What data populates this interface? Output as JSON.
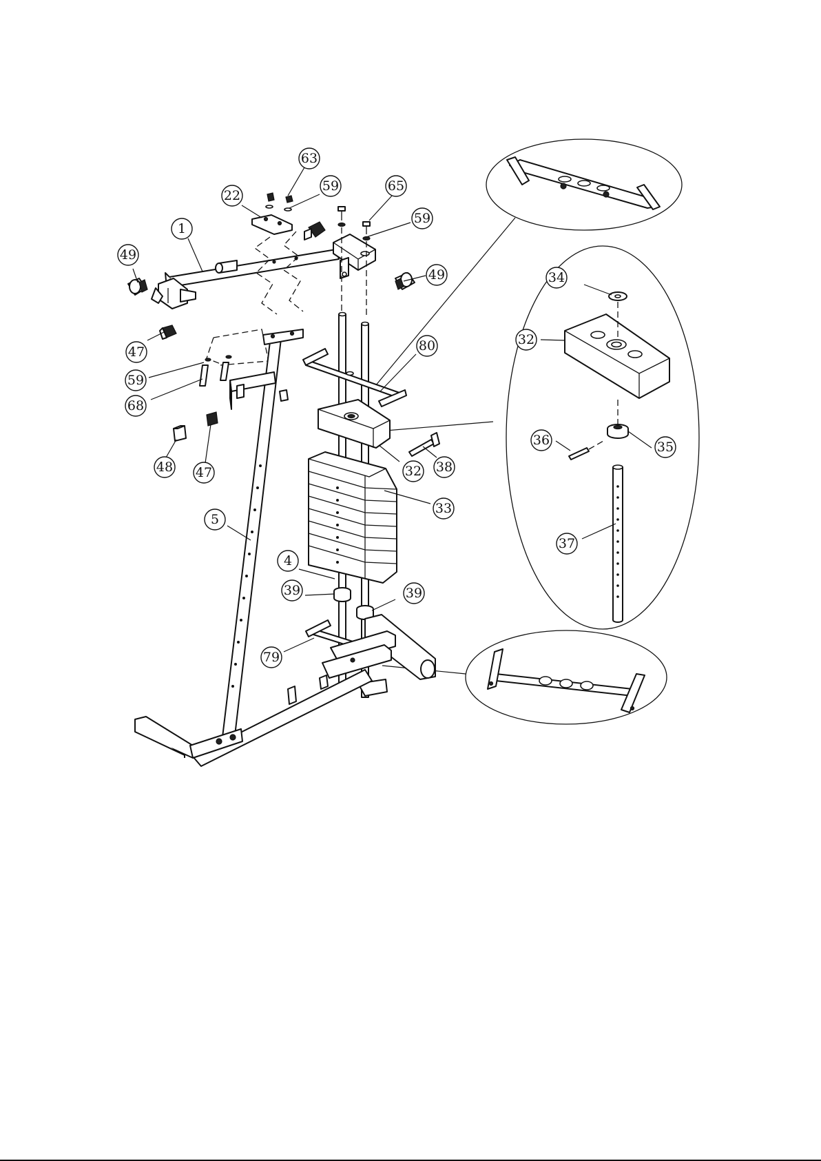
{
  "diagram": {
    "callouts": [
      {
        "id": "c63",
        "label": "63"
      },
      {
        "id": "c22",
        "label": "22"
      },
      {
        "id": "c59a",
        "label": "59"
      },
      {
        "id": "c65",
        "label": "65"
      },
      {
        "id": "c59b",
        "label": "59"
      },
      {
        "id": "c1",
        "label": "1"
      },
      {
        "id": "c49a",
        "label": "49"
      },
      {
        "id": "c49b",
        "label": "49"
      },
      {
        "id": "c47a",
        "label": "47"
      },
      {
        "id": "c59c",
        "label": "59"
      },
      {
        "id": "c68",
        "label": "68"
      },
      {
        "id": "c80",
        "label": "80"
      },
      {
        "id": "c48",
        "label": "48"
      },
      {
        "id": "c47b",
        "label": "47"
      },
      {
        "id": "c32a",
        "label": "32"
      },
      {
        "id": "c38",
        "label": "38"
      },
      {
        "id": "c33",
        "label": "33"
      },
      {
        "id": "c5",
        "label": "5"
      },
      {
        "id": "c4",
        "label": "4"
      },
      {
        "id": "c39a",
        "label": "39"
      },
      {
        "id": "c39b",
        "label": "39"
      },
      {
        "id": "c79",
        "label": "79"
      },
      {
        "id": "c34",
        "label": "34"
      },
      {
        "id": "c32b",
        "label": "32"
      },
      {
        "id": "c36",
        "label": "36"
      },
      {
        "id": "c35",
        "label": "35"
      },
      {
        "id": "c37",
        "label": "37"
      }
    ]
  }
}
